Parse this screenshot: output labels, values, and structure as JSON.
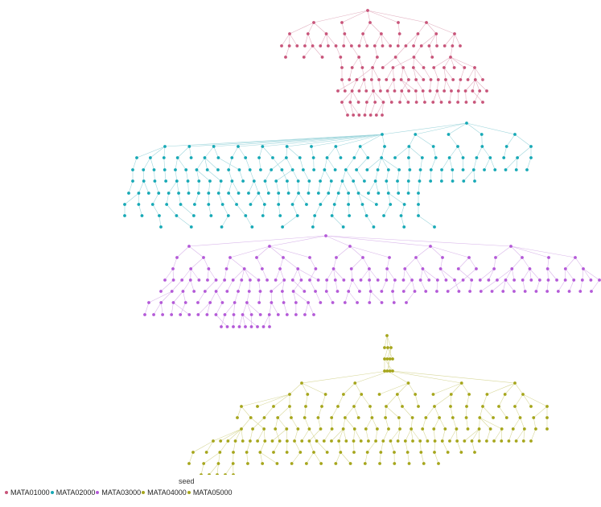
{
  "legend": {
    "title": "seed",
    "items": [
      {
        "label": "MATA01000",
        "color": "#c8557a"
      },
      {
        "label": "MATA02000",
        "color": "#17a9b6"
      },
      {
        "label": "MATA03000",
        "color": "#b45ad8"
      },
      {
        "label": "MATA04000",
        "color": "#a6a61c"
      },
      {
        "label": "MATA05000",
        "color": "#a6a61c"
      }
    ]
  },
  "trees": [
    {
      "seed": "MATA01000",
      "color": "#c8557a",
      "edge_color": "#e3b2c2"
    },
    {
      "seed": "MATA02000",
      "color": "#17a9b6",
      "edge_color": "#9fd6dc"
    },
    {
      "seed": "MATA03000",
      "color": "#b45ad8",
      "edge_color": "#d9b6ea"
    },
    {
      "seed": "MATA04000",
      "color": "#a6a61c",
      "edge_color": "#d8d89a"
    }
  ]
}
